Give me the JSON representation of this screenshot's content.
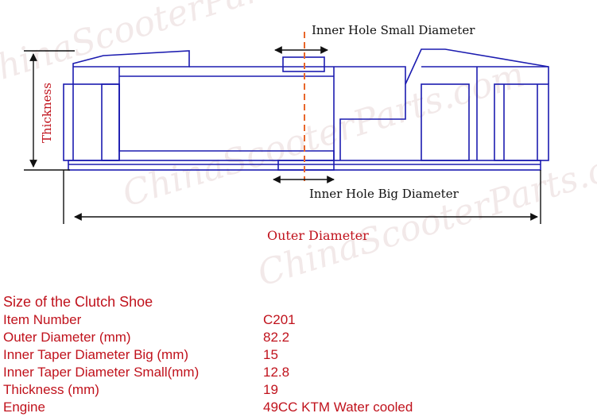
{
  "diagram": {
    "watermark": "ChinaScooterParts.com",
    "labels": {
      "inner_small": "Inner Hole Small Diameter",
      "inner_big": "Inner Hole Big Diameter",
      "outer": "Outer Diameter",
      "thickness": "Thickness"
    },
    "colors": {
      "outline": "#1c1cb0",
      "dim": "#111111",
      "center": "#e8662a",
      "outer_label": "#c0121c",
      "thickness_label": "#c0121c"
    }
  },
  "specs": {
    "title": "Size of the Clutch Shoe",
    "rows": [
      {
        "label": "Item Number",
        "value": "C201"
      },
      {
        "label": "Outer Diameter (mm)",
        "value": "82.2"
      },
      {
        "label": "Inner Taper Diameter Big (mm)",
        "value": "15"
      },
      {
        "label": "Inner Taper Diameter Small(mm)",
        "value": "12.8"
      },
      {
        "label": "Thickness (mm)",
        "value": "19"
      },
      {
        "label": "Engine",
        "value": "49CC KTM Water cooled"
      }
    ]
  }
}
